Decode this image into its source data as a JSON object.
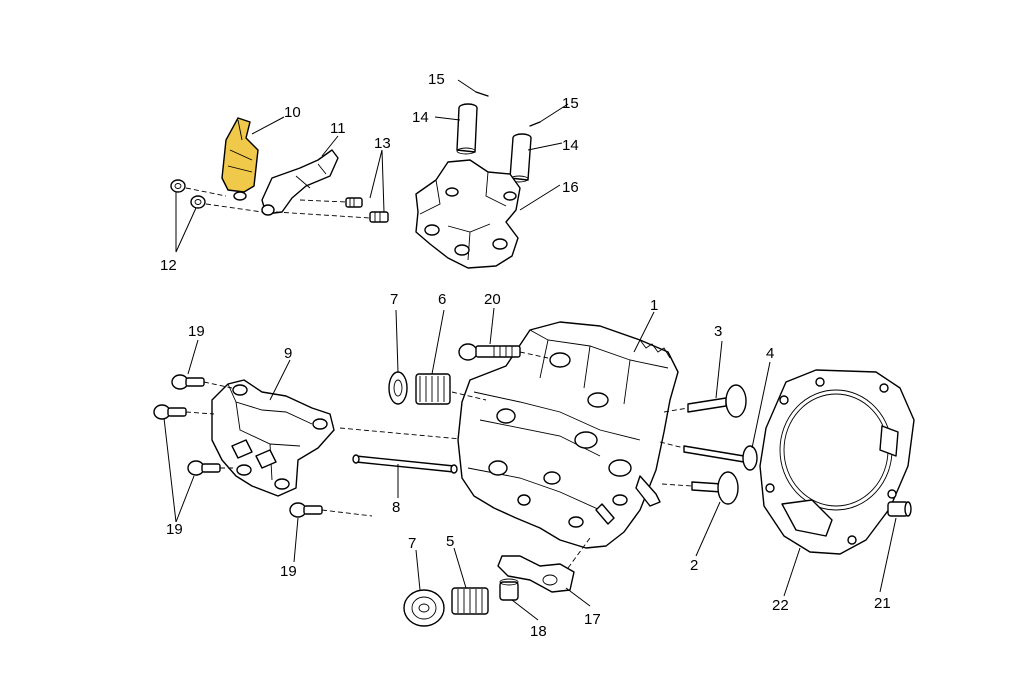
{
  "diagram": {
    "colors": {
      "line": "#000000",
      "background": "#ffffff",
      "highlight": "#f0c84a"
    },
    "callouts": {
      "c1": "1",
      "c2": "2",
      "c3": "3",
      "c4": "4",
      "c5": "5",
      "c6": "6",
      "c7a": "7",
      "c7b": "7",
      "c8": "8",
      "c9": "9",
      "c10": "10",
      "c11": "11",
      "c12": "12",
      "c13": "13",
      "c14a": "14",
      "c14b": "14",
      "c15a": "15",
      "c15b": "15",
      "c16": "16",
      "c17": "17",
      "c18": "18",
      "c19a": "19",
      "c19b": "19",
      "c19c": "19",
      "c20": "20",
      "c21": "21",
      "c22": "22"
    }
  }
}
